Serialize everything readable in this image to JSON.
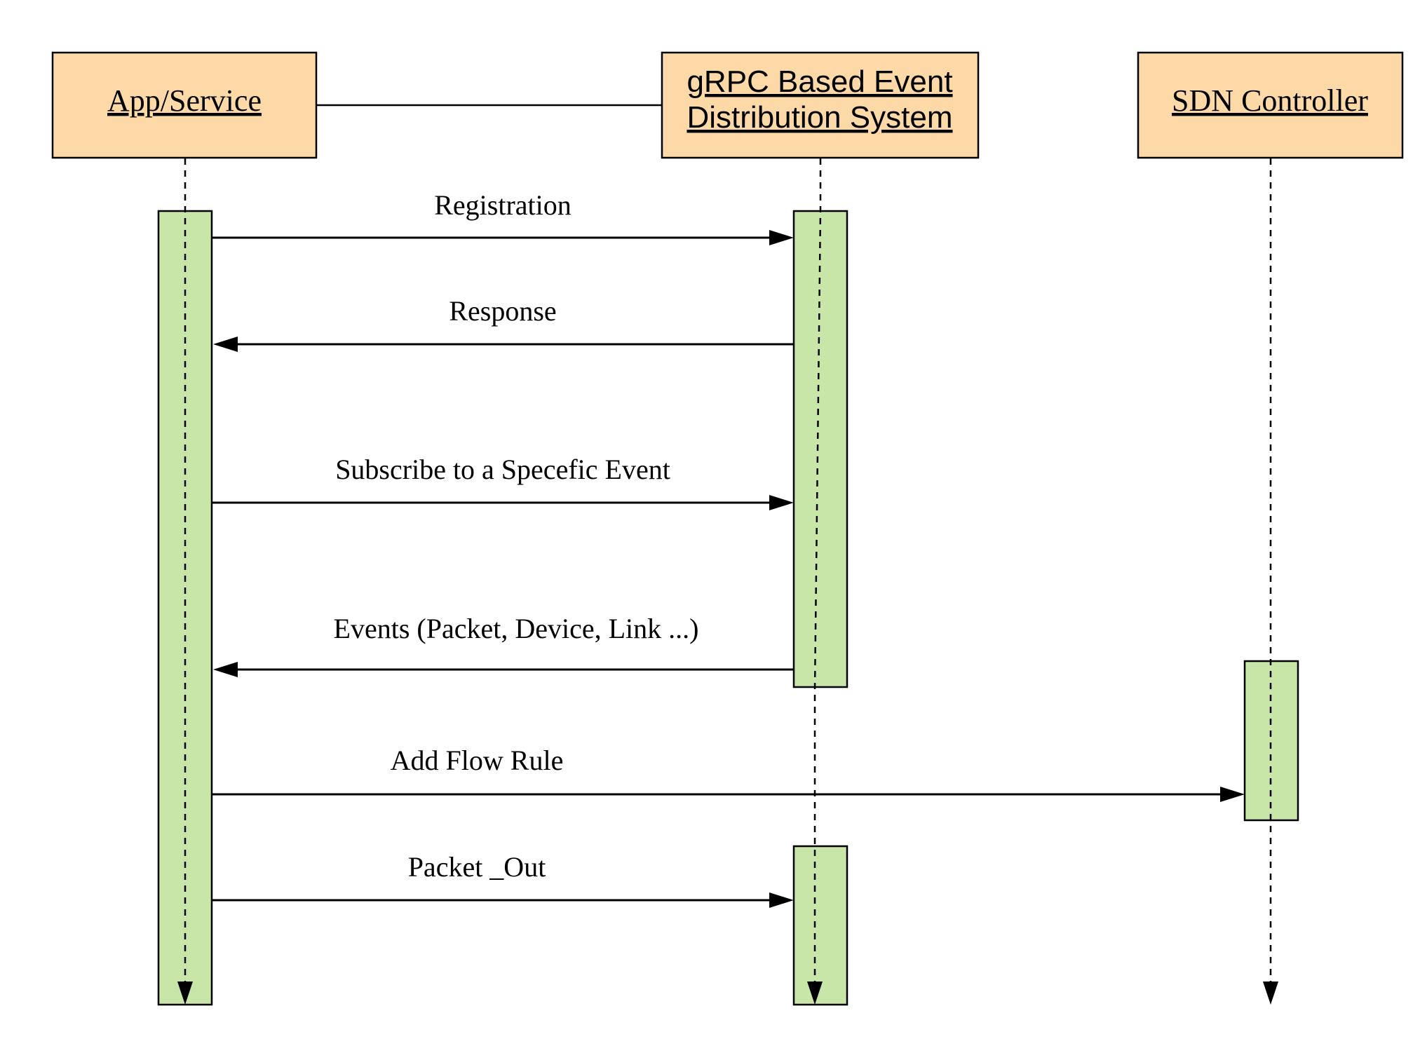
{
  "participants": {
    "app": {
      "label": "App/Service"
    },
    "grpc": {
      "label_line1": "gRPC Based Event",
      "label_line2": "Distribution System"
    },
    "sdn": {
      "label": "SDN Controller"
    }
  },
  "messages": [
    {
      "label": "Registration",
      "from": "App/Service",
      "to": "gRPC Based Event Distribution System"
    },
    {
      "label": "Response",
      "from": "gRPC Based Event Distribution System",
      "to": "App/Service"
    },
    {
      "label": "Subscribe to a Specefic Event",
      "from": "App/Service",
      "to": "gRPC Based Event Distribution System"
    },
    {
      "label": "Events (Packet, Device, Link ...)",
      "from": "gRPC Based Event Distribution System",
      "to": "App/Service"
    },
    {
      "label": "Add Flow Rule",
      "from": "App/Service",
      "to": "SDN Controller"
    },
    {
      "label": "Packet _Out",
      "from": "App/Service",
      "to": "gRPC Based Event Distribution System"
    }
  ],
  "colors": {
    "participant_fill": "#fdd9a8",
    "activation_fill": "#c8e6a8",
    "line": "#000000"
  }
}
